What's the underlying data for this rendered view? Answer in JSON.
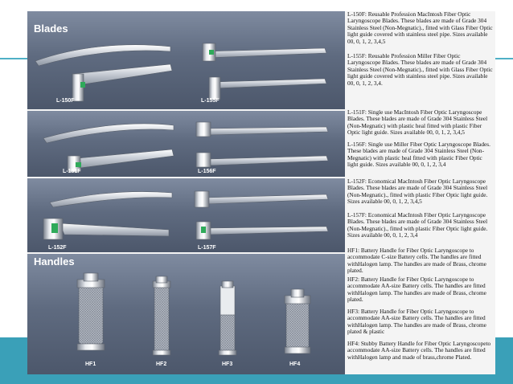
{
  "sections": {
    "blades": "Blades",
    "handles": "Handles"
  },
  "labels": {
    "l150f": "L-150F",
    "l155f": "L-155F",
    "l151f": "L-151F",
    "l156f": "L-156F",
    "l152f": "L-152F",
    "l157f": "L-157F",
    "hf1": "HF1",
    "hf2": "HF2",
    "hf3": "HF3",
    "hf4": "HF4"
  },
  "descriptions": {
    "l150f": "L-150F: Reusable Profession MacIntosh Fiber Optic Laryngoscope Blades. These blades are made of Grade 304 Stainless Steel (Non-Megnatic)., fitted with Glass Fiber Optic light guide covered with stainless steel pipe. Sizes available 00, 0, 1, 2, 3,4,5",
    "l155f": "L-155F: Reusable Profession Miller Fiber Optic Laryngoscope Blades. These blades are made of Grade 304 Stainless Steel (Non-Megnatic)., fitted with Glass Fiber Optic light guide covered with stainless steel pipe. Sizes available 00, 0, 1, 2, 3,4.",
    "l151f": "L-151F: Single use MacIntosh Fiber Optic Laryngoscope Blades. These blades are made of Grade 304 Stainless Steel (Non-Megnatic) with plastic heal fitted with plastic Fiber Optic light guide. Sizes available 00, 0, 1, 2, 3,4,5",
    "l156f": "L-156F: Single use Miller Fiber Optic Laryngoscope Blades. These blades are made of Grade 304 Stainless Steel (Non-Megnatic) with plastic heal fitted with plastic Fiber Optic light guide. Sizes available 00, 0, 1, 2, 3,4",
    "l152f": "L-152F: Economical MacIntosh Fiber Optic Laryngoscope Blades. These blades are made of Grade 304 Stainless Steel (Non-Megnatic)., fitted with plastic Fiber Optic light guide. Sizes available 00, 0, 1, 2, 3,4,5",
    "l157f": "L-157F: Economical MacIntosh Fiber Optic Laryngoscope Blades. These blades are made of Grade 304 Stainless Steel (Non-Megnatic)., fitted with plastic Fiber Optic light guide. Sizes available 00, 0, 1, 2, 3,4",
    "hf1": "HF1: Battery Handle for Fiber Optic Laryngoscope to accommodate C-size Battery cells. The handles are fitted withHalogen lamp. The handles are made of Brass, chrome plated.",
    "hf2": "HF2: Battery Handle for Fiber Optic Laryngoscope to accommodate AA-size Battery cells. The handles are fitted withHalogen lamp. The handles are made of Brass, chrome plated.",
    "hf3": "HF3: Battery Handle for Fiber Optic Laryngoscope to accommodate AA-size Battery cells. The handles are fitted withHalogen lamp. The handles are made of Brass, chrome plated & plastic",
    "hf4": "HF4: Stubby Battery Handle for Fiber Optic Laryngoscopeto accommodate AA-size Battery cells. The handles are fitted withHalogen lamp and made of brass,chrome Plated."
  },
  "colors": {
    "accent": "#3aa0b8",
    "panel": "#5f6b80",
    "light_guide": "#2faa5a"
  }
}
